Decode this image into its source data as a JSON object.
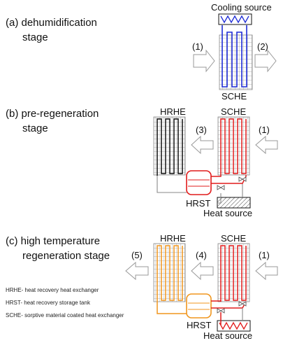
{
  "panels": [
    {
      "title_line1": "(a) dehumidification",
      "title_line2": "stage",
      "labels": {
        "cooling_source": "Cooling source",
        "in": "(1)",
        "out": "(2)",
        "sche": "SCHE"
      }
    },
    {
      "title_line1": "(b) pre-regeneration",
      "title_line2": "stage",
      "labels": {
        "hrhe": "HRHE",
        "sche": "SCHE",
        "mid": "(3)",
        "in": "(1)",
        "hrst": "HRST",
        "heat_source": "Heat source"
      }
    },
    {
      "title_line1": "(c) high temperature",
      "title_line2": "regeneration stage",
      "labels": {
        "hrhe": "HRHE",
        "sche": "SCHE",
        "out": "(5)",
        "mid": "(4)",
        "in": "(1)",
        "hrst": "HRST",
        "heat_source": "Heat source"
      }
    }
  ],
  "legend": [
    "HRHE- heat recovery heat exchanger",
    "HRST- heat recovery storage tank",
    "SCHE- sorptive material coated heat exchanger"
  ],
  "colors": {
    "cooling": "#1d2bd6",
    "heating": "#e11b1b",
    "recovery_b": "#111111",
    "recovery_c": "#f0961e",
    "grid": "#9a9a9a",
    "pipe": "#8a8a8a"
  }
}
